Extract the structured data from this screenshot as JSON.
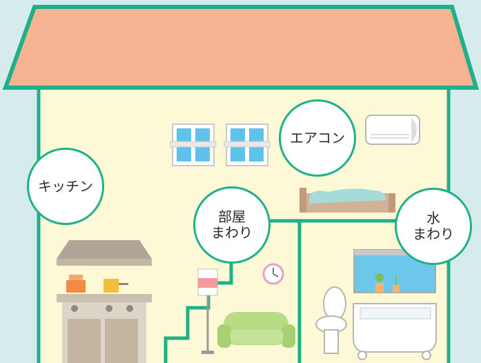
{
  "labels": {
    "kitchen": "キッチン",
    "aircon": "エアコン",
    "room_line1": "部屋",
    "room_line2": "まわり",
    "water_line1": "水",
    "water_line2": "まわり"
  },
  "colors": {
    "background": "#d6ecec",
    "roof": "#f6b392",
    "wall": "#fdf8d6",
    "outline": "#1fb08a",
    "bubble_fill": "#ffffff"
  }
}
